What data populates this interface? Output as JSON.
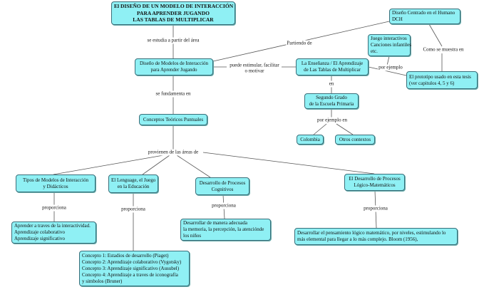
{
  "nodes": {
    "title": [
      "El DISEÑO DE UN MODELO DE INTERACCIÓN",
      "PARA APRENDER JUGANDO",
      "LAS TABLAS DE MULTIPLICAR"
    ],
    "diseno_modelos": [
      "Diseño de Modelos de Interacción",
      "para Aprender Jugando"
    ],
    "conceptos": [
      "Conceptos Teóricos Puntuales"
    ],
    "dch": [
      "Diseño Centrado en el Humano",
      "DCH"
    ],
    "juego": [
      "Juego interactivos",
      "Canciones infantiles",
      "etc."
    ],
    "ensenanza": [
      "La Enseñanza / El Aprendizaje",
      "de Las Tablas de Multiplicar"
    ],
    "prototipo": [
      "El prototipo usado en esta tesis",
      "(ver capitulos 4, 5 y 6)"
    ],
    "segundo": [
      "Segundo Grado",
      "de la Escuela Primaria"
    ],
    "colombia": [
      "Colombia"
    ],
    "otros": [
      "Otros contextos"
    ],
    "tipos": [
      "Tipos de Modelos de Interacción",
      "y Didácticos"
    ],
    "lenguaje": [
      "El Lenguage, el Juego",
      "en la Educación"
    ],
    "cognitivos": [
      "Desarrollo de Procesos",
      "Cognitivos"
    ],
    "logico": [
      "El Desarrollo de Procesos",
      "Lógico-Matemáticos"
    ],
    "aprender": [
      "Aprender a traves de la interactividad.",
      "Aprendizaje colaborativo",
      "Aprendizaje significativo"
    ],
    "memoria": [
      "Desarrollar de manera adecuada",
      "la memoria, la percepción, la atencióndе",
      " los niños"
    ],
    "pensamiento": [
      "Desarrollar el pensamiento lógico matemático, por niveles, estimulando lo",
      "más elemental para llegar a lo más complejo. Bloom (1956),"
    ],
    "teorias": [
      "Concepto 1: Estadios de desarrollo (Piaget)",
      "Concepto 2: Aprendizaje colaborativo (Vygotsky)",
      "Concepto 3: Aprendizaje significativo (Ausubel)",
      "Concepto 4: Aprendizaje a traves de iconografía",
      " y simbolos (Bruner)"
    ]
  },
  "links": {
    "se_estudia": "se estudia a partir del área",
    "se_fundamenta": "se fundamenta en",
    "partiendo": "Partiendo de",
    "puede": [
      "puede estimular, facilitar",
      "o motivar"
    ],
    "por_ejemplo": "por ejemplo",
    "en": "en",
    "como_se_muestra": "Como se muestra en",
    "por_ejemplo_en": "por ejemplo en",
    "provienen": "provienen de las áreas de",
    "proporciona": "proporciona"
  },
  "colors": {
    "node_fill": "#8ff0f4",
    "node_border": "#3a6f7a",
    "line": "#555555"
  }
}
